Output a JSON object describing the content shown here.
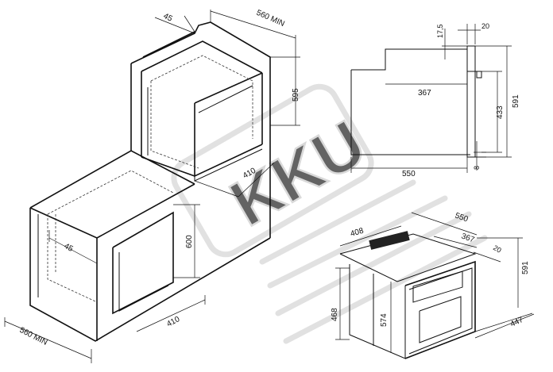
{
  "drawing": {
    "upper_cabinet": {
      "depth": "45",
      "width": "560 MIN",
      "height": "595",
      "inner_depth": "410"
    },
    "lower_cabinet": {
      "depth": "45",
      "width": "560 MIN",
      "height": "600",
      "inner_depth": "410"
    },
    "side_view": {
      "top_offset": "17,5",
      "front_thickness": "20",
      "door_offset": "367",
      "height": "591",
      "inner_height": "433",
      "depth": "550",
      "bottom_offset": "8"
    },
    "oven_iso": {
      "width": "408",
      "depth": "550",
      "door_depth": "367",
      "front": "20",
      "height": "591",
      "side_height": "468",
      "inner_height": "574",
      "front_width": "447"
    }
  },
  "watermark": {
    "text": "KKU"
  }
}
